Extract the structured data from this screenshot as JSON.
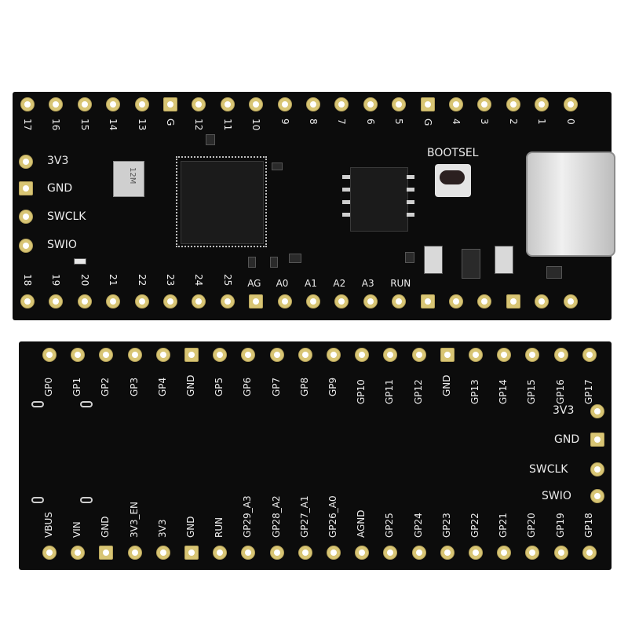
{
  "top_board": {
    "top_pin_labels": [
      "17",
      "16",
      "15",
      "14",
      "13",
      "G",
      "12",
      "11",
      "10",
      "9",
      "8",
      "7",
      "6",
      "5",
      "G",
      "4",
      "3",
      "2",
      "1",
      "0"
    ],
    "bottom_pin_labels": [
      "18",
      "19",
      "20",
      "21",
      "22",
      "23",
      "24",
      "25",
      "AG",
      "A0",
      "A1",
      "A2",
      "A3",
      "RUN"
    ],
    "left_side_labels": [
      "3V3",
      "GND",
      "SWCLK",
      "SWIO"
    ],
    "button_label": "BOOTSEL",
    "crystal_text": "12M"
  },
  "bottom_board": {
    "top_pin_labels": [
      "GP0",
      "GP1",
      "GP2",
      "GP3",
      "GP4",
      "GND",
      "GP5",
      "GP6",
      "GP7",
      "GP8",
      "GP9",
      "GP10",
      "GP11",
      "GP12",
      "GND",
      "GP13",
      "GP14",
      "GP15",
      "GP16",
      "GP17"
    ],
    "bottom_pin_labels": [
      "VBUS",
      "VIN",
      "GND",
      "3V3_EN",
      "3V3",
      "GND",
      "RUN",
      "GP29_A3",
      "GP28_A2",
      "GP27_A1",
      "GP26_A0",
      "AGND",
      "GP25",
      "GP24",
      "GP23",
      "GP22",
      "GP21",
      "GP20",
      "GP19",
      "GP18"
    ],
    "right_side_labels": [
      "3V3",
      "GND",
      "SWCLK",
      "SWIO"
    ]
  },
  "colors": {
    "pcb": "#0c0c0c",
    "pad_gold": "#d8c574",
    "silkscreen": "#ededed",
    "usb_metal": "#d9d9d9"
  }
}
